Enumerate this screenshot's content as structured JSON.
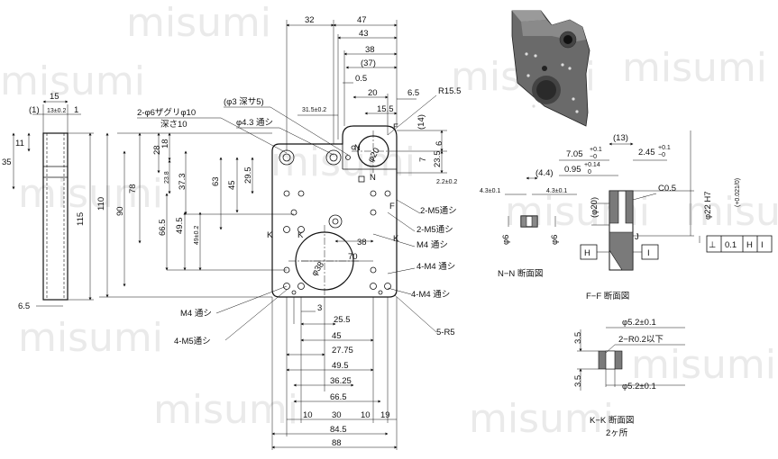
{
  "watermark": "misumi",
  "side_view": {
    "dims": {
      "a": "15",
      "b": "(1)",
      "c": "13±0.2",
      "d": "1",
      "e": "11",
      "f": "35",
      "g": "115",
      "h": "6.5"
    }
  },
  "top_dims": [
    "32",
    "47",
    "43",
    "38",
    "(37)",
    "0.5",
    "20",
    "6.5",
    "R15.5",
    "31.5±0.2",
    "15.5",
    "(14)",
    "6",
    "23.5",
    "7",
    "2.2±0.2"
  ],
  "callouts": {
    "counterbore": "2-φ6ザグリφ10",
    "depth": "深さ10",
    "phi3": "(φ3 深サ5)",
    "phi43": "φ4.3 通シ",
    "m5_2": "2-M5通シ",
    "m5_2b": "2-M5通シ",
    "m4": "M4 通シ",
    "m4_4": "4-M4 通シ",
    "m4_4b": "4-M4 通シ",
    "m4_l": "M4 通シ",
    "m5_4": "4-M5通シ",
    "r5": "5-R5"
  },
  "front_view": {
    "labels": {
      "n_top": "N",
      "n_bot": "N",
      "f_top": "F",
      "f_bot": "F",
      "k_left": "K",
      "k_mid": "K",
      "k_right": "K",
      "phi20": "φ20",
      "phi38": "φ38",
      "d38": "38",
      "d70": "70"
    },
    "vertical_dims": [
      "28",
      "18",
      "78",
      "23.8",
      "37.3",
      "63",
      "45",
      "29.5",
      "110",
      "90",
      "66.5",
      "49.5",
      "49±0.2"
    ],
    "bottom_dims": [
      "3",
      "25.5",
      "45",
      "27.75",
      "49.5",
      "36.25",
      "66.5",
      "10",
      "30",
      "10",
      "19",
      "84.5",
      "88"
    ]
  },
  "section_nn": {
    "title": "N−N 断面図",
    "dims": {
      "a": "(4.4)",
      "b": "4.3±0.1",
      "c": "4.3±0.1",
      "d": "φ6",
      "e": "φ6"
    }
  },
  "section_ff": {
    "title": "F−F 断面図",
    "dims": {
      "a": "(13)",
      "b": "7.05",
      "b_tol_up": "+0.1",
      "b_tol_lo": "−0",
      "c": "0.95",
      "c_tol_up": "+0.14",
      "c_tol_lo": "0",
      "d": "2.45",
      "d_tol_up": "+0.1",
      "d_tol_lo": "−0",
      "e": "C0.5",
      "f": "φ22 H7",
      "f_tol": "(+0.021/0)",
      "g": "(φ20)",
      "h": "J",
      "i": "H",
      "j": "I"
    },
    "fcf": {
      "sym": "⊥",
      "tol": "0.1",
      "d1": "H",
      "d2": "I"
    }
  },
  "section_kk": {
    "title": "K−K 断面図",
    "subtitle": "2ヶ所",
    "dims": {
      "a": "φ5.2±0.1",
      "b": "2−R0.2以下",
      "c": "3.5",
      "d": "3.5",
      "e": "φ5.2±0.1"
    }
  }
}
